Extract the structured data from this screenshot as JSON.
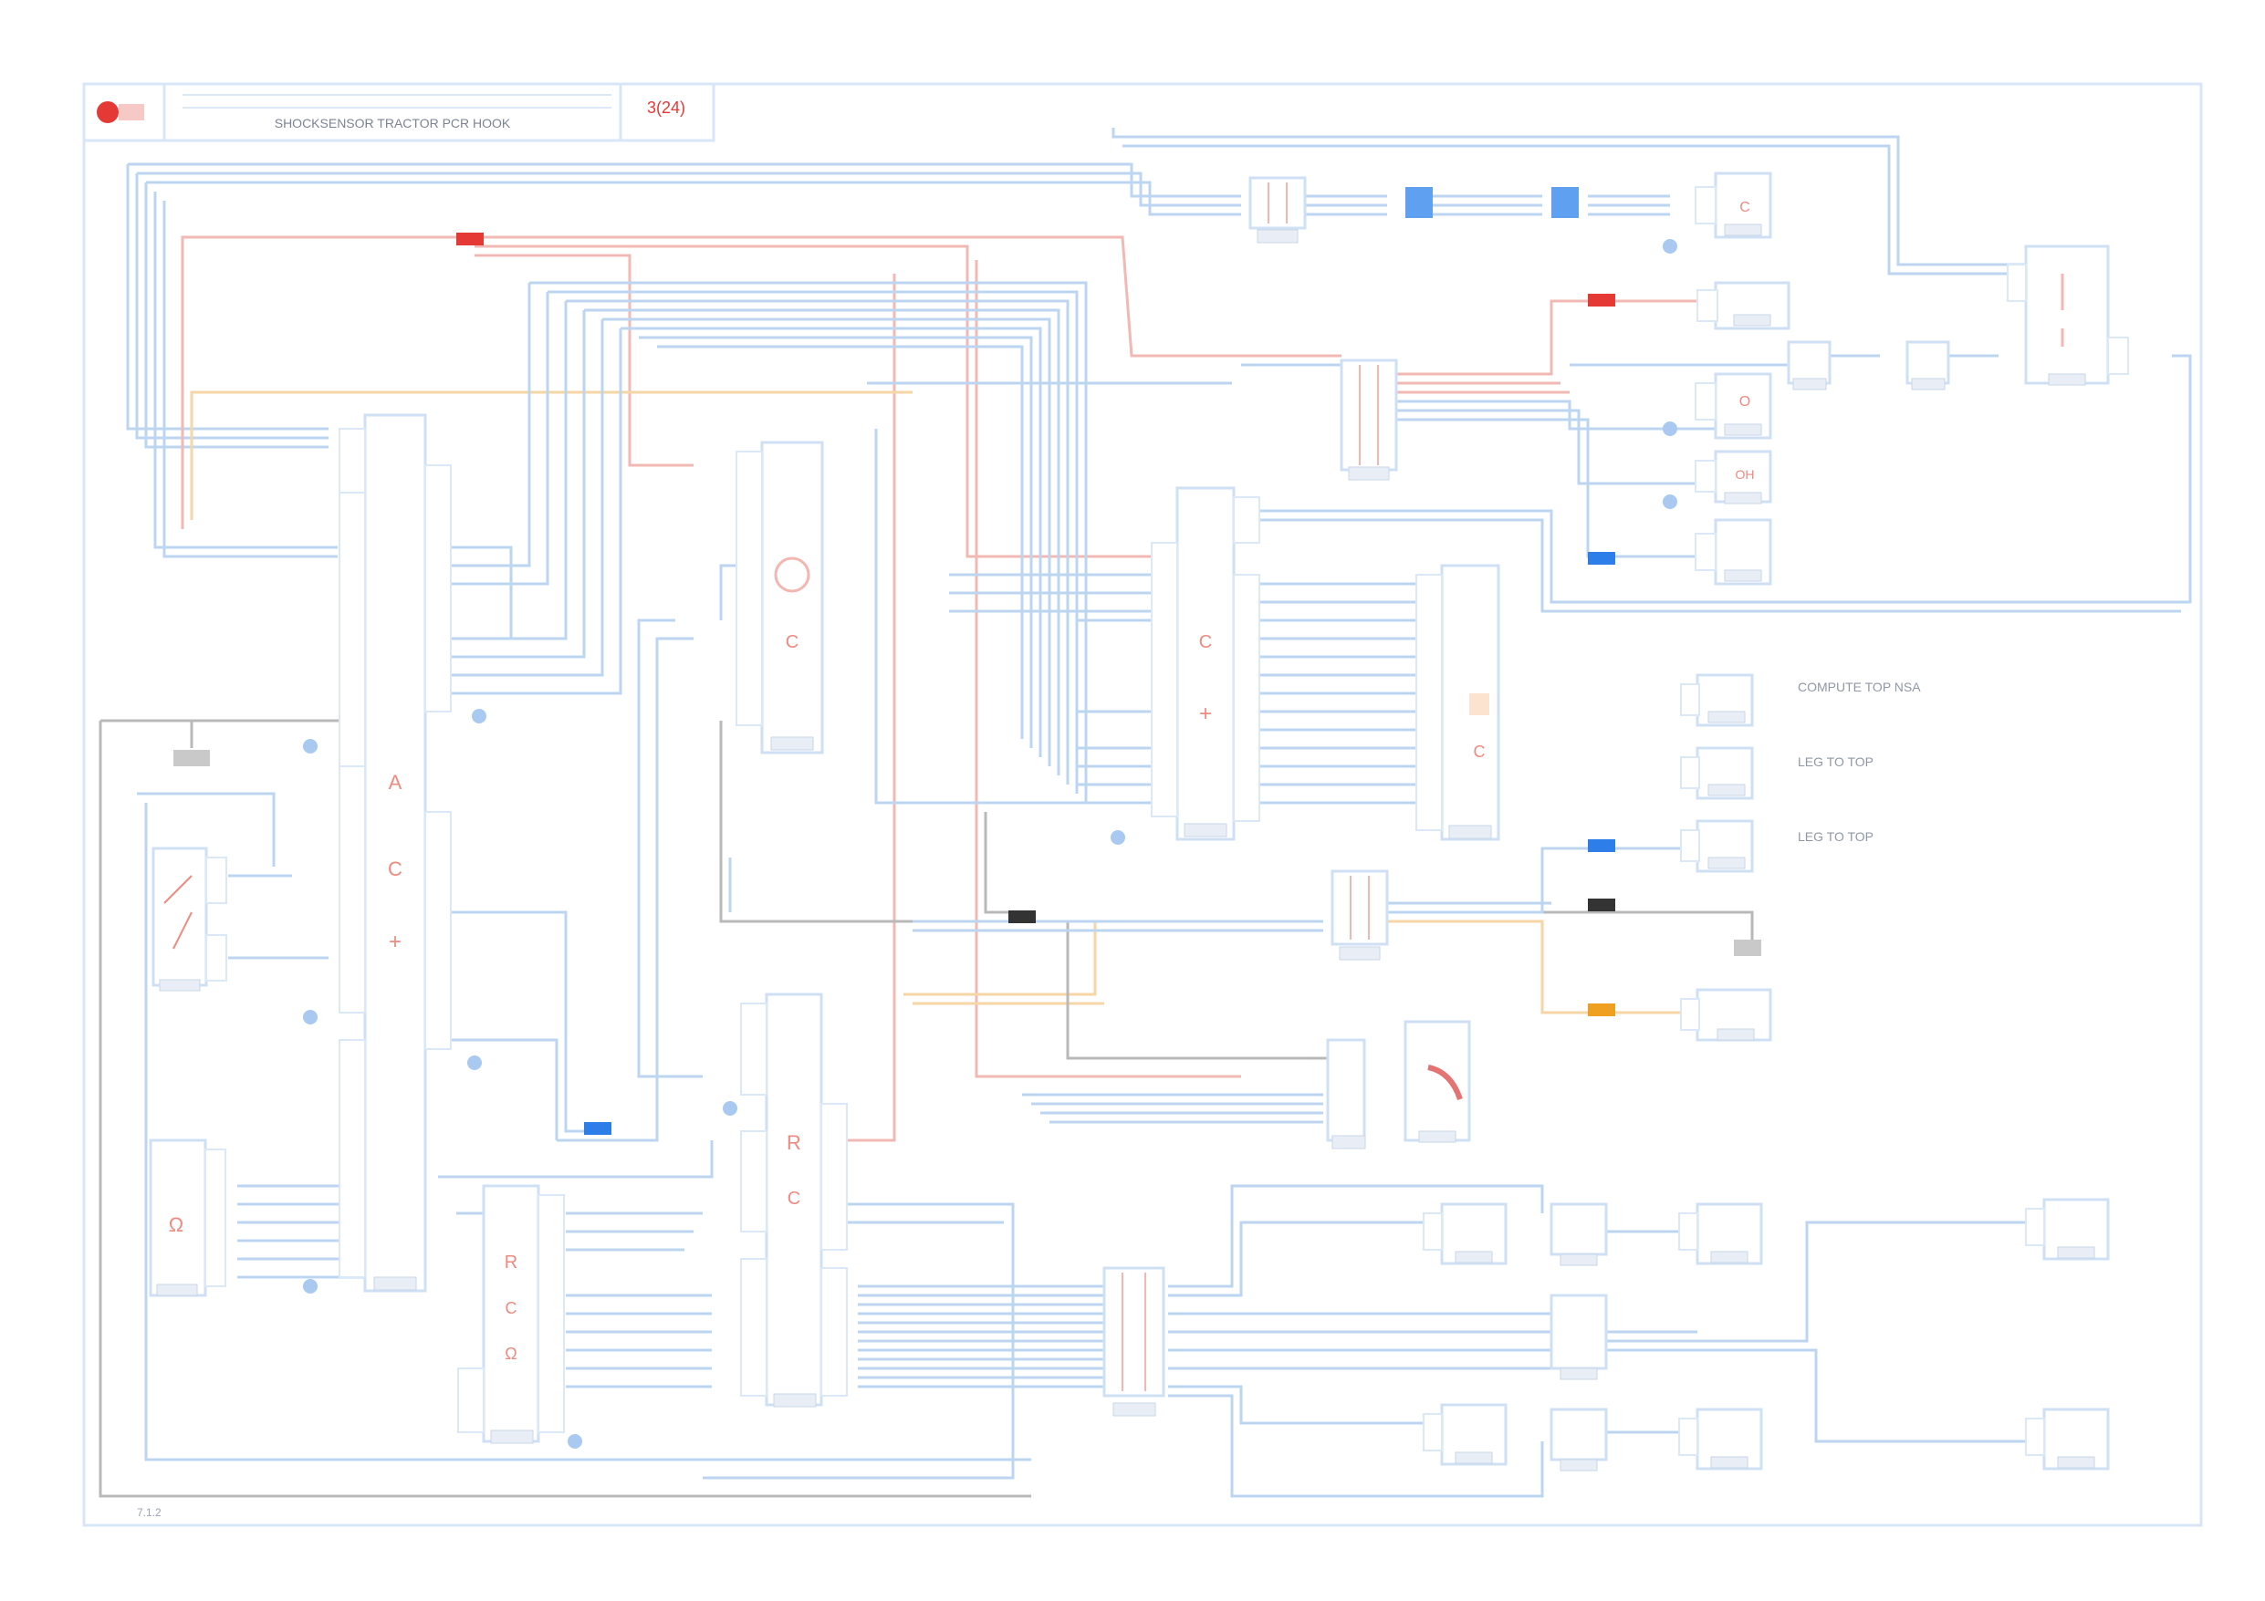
{
  "header": {
    "title": "SHOCKSENSOR TRACTOR PCR HOOK",
    "figure": "3(24)",
    "sub": "",
    "logo": "bmw-roundel-icon"
  },
  "annotations": {
    "note_1": "COMPUTE TOP NSA",
    "note_2": "LEG TO TOP",
    "note_3": "LEG TO TOP"
  },
  "colors": {
    "wire_blue": "#bcd6f2",
    "wire_red": "#f2b8b4",
    "wire_orange": "#f6d6a6",
    "wire_black": "#b9b9b9",
    "accent_red": "#e53935",
    "accent_blue": "#2d7ee8",
    "accent_orange": "#f0a020"
  },
  "frame": {
    "bottom_code": "7.1.2"
  }
}
